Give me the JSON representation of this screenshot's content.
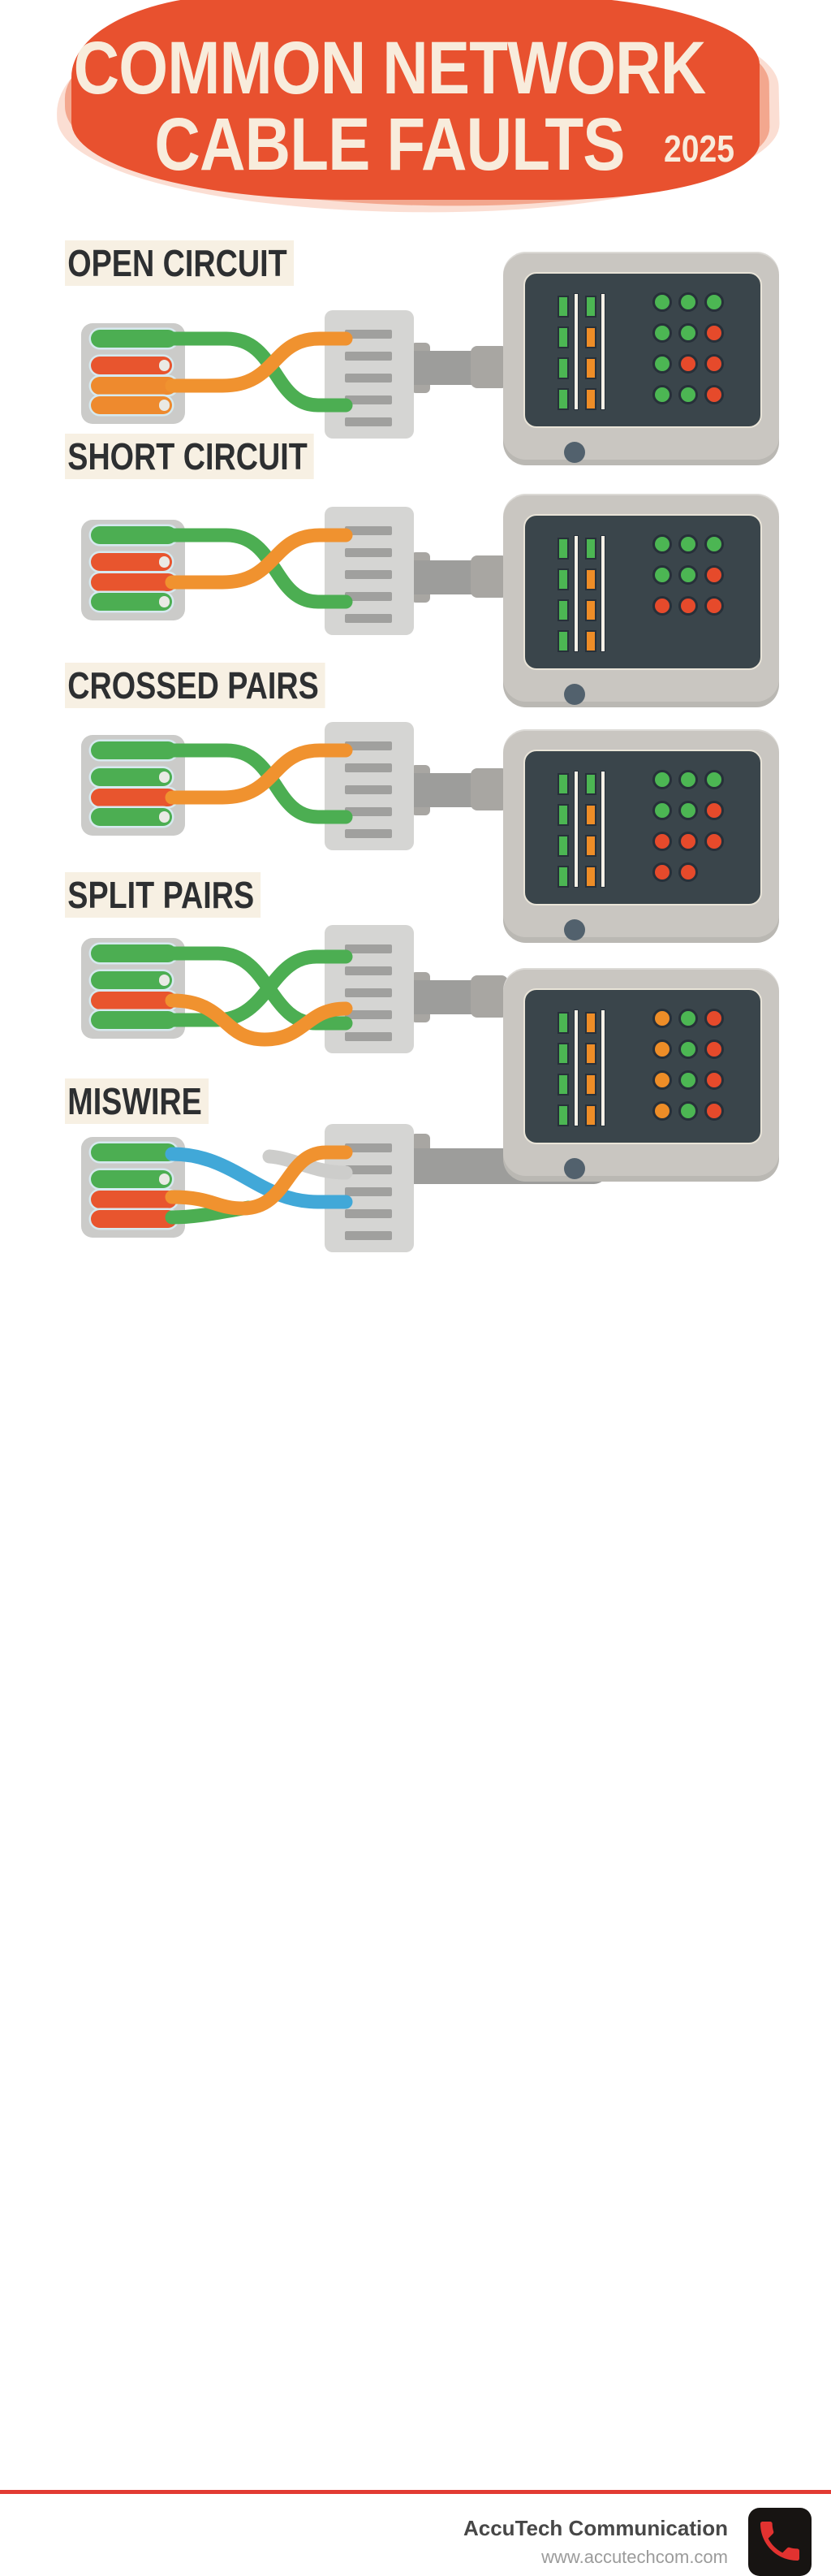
{
  "header": {
    "line1": "COMMON NETWORK",
    "line2": "CABLE FAULTS",
    "year": "2025"
  },
  "palette": {
    "header_bg": "#E8512F",
    "header_text": "#F8ECDC",
    "title_text": "#2D2F31",
    "title_highlight": "#F7F0E3",
    "green": "#4CAE52",
    "red": "#E8552E",
    "orange": "#EE8A2E",
    "wire_orange": "#F0922F",
    "blue": "#41A8D8",
    "gray": "#CDCDCB",
    "pad_gray": "#CBCBC9",
    "connector_gray": "#D5D5D3",
    "stripe_gray": "#A0A09E",
    "cable_gray": "#9D9D9B",
    "stub_gray": "#A8A6A2",
    "device_body": "#C9C6C1",
    "device_screen": "#3A454B",
    "screen_line": "#F6F1E7",
    "led_green": "#4CB653",
    "led_red": "#E64A2B",
    "led_orange": "#EE8D27",
    "led_outline": "#273039",
    "button_gray": "#52616D",
    "footer_line": "#E23B33",
    "phone_red": "#E23230"
  },
  "sections": [
    {
      "id": "open-circuit",
      "title": "OPEN CIRCUIT",
      "pins": [
        {
          "color": "green",
          "tip": false
        },
        {
          "color": "red",
          "tip": true
        },
        {
          "color": "orange",
          "tip": false
        },
        {
          "color": "orange",
          "tip": true
        }
      ],
      "wires": [
        {
          "color": "green",
          "route": "cross-down"
        },
        {
          "color": "wire_orange",
          "route": "cross-up"
        }
      ]
    },
    {
      "id": "short-circuit",
      "title": "SHORT CIRCUIT",
      "pins": [
        {
          "color": "green",
          "tip": false
        },
        {
          "color": "red",
          "tip": true
        },
        {
          "color": "red",
          "tip": false
        },
        {
          "color": "green",
          "tip": true
        }
      ],
      "wires": [
        {
          "color": "green",
          "route": "cross-down"
        },
        {
          "color": "wire_orange",
          "route": "cross-up"
        }
      ]
    },
    {
      "id": "crossed-pairs",
      "title": "CROSSED PAIRS",
      "pins": [
        {
          "color": "green",
          "tip": false
        },
        {
          "color": "green",
          "tip": true
        },
        {
          "color": "red",
          "tip": false
        },
        {
          "color": "green",
          "tip": true
        }
      ],
      "wires": [
        {
          "color": "green",
          "route": "cross-down"
        },
        {
          "color": "wire_orange",
          "route": "cross-up"
        }
      ]
    },
    {
      "id": "split-pairs",
      "title": "SPLIT PAIRS",
      "pins": [
        {
          "color": "green",
          "tip": false
        },
        {
          "color": "green",
          "tip": true
        },
        {
          "color": "red",
          "tip": false
        },
        {
          "color": "green",
          "tip": false
        }
      ],
      "wires": [
        {
          "color": "green",
          "route": "split-down"
        },
        {
          "color": "green",
          "route": "split-up"
        },
        {
          "color": "wire_orange",
          "route": "dip-under"
        }
      ]
    },
    {
      "id": "miswire",
      "title": "MISWIRE",
      "pins": [
        {
          "color": "green",
          "tip": false
        },
        {
          "color": "green",
          "tip": true
        },
        {
          "color": "red",
          "tip": false
        },
        {
          "color": "red",
          "tip": false
        }
      ],
      "wires": [
        {
          "color": "green",
          "route": "stub-pin4"
        },
        {
          "color": "blue",
          "route": "descend-mid"
        },
        {
          "color": "gray",
          "route": "gray-tail"
        },
        {
          "color": "wire_orange",
          "route": "weave-top"
        }
      ]
    }
  ],
  "testers": [
    {
      "bars_left": [
        "green",
        "green",
        "green",
        "green"
      ],
      "bars_right": [
        "green",
        "orange",
        "orange",
        "orange"
      ],
      "led_rows": [
        [
          "green",
          "green",
          "green"
        ],
        [
          "green",
          "green",
          "red"
        ],
        [
          "green",
          "red",
          "red"
        ],
        [
          "green",
          "green",
          "red"
        ]
      ]
    },
    {
      "bars_left": [
        "green",
        "green",
        "green",
        "green"
      ],
      "bars_right": [
        "green",
        "orange",
        "orange",
        "orange"
      ],
      "led_rows": [
        [
          "green",
          "green",
          "green"
        ],
        [
          "green",
          "green",
          "red"
        ],
        [
          "red",
          "red",
          "red"
        ]
      ]
    },
    {
      "bars_left": [
        "green",
        "green",
        "green",
        "green"
      ],
      "bars_right": [
        "green",
        "orange",
        "orange",
        "orange"
      ],
      "led_rows": [
        [
          "green",
          "green",
          "green"
        ],
        [
          "green",
          "green",
          "red"
        ],
        [
          "red",
          "red",
          "red"
        ],
        [
          "red",
          "red"
        ]
      ]
    },
    {
      "bars_left": [
        "green",
        "green",
        "green",
        "green"
      ],
      "bars_right": [
        "orange",
        "orange",
        "orange",
        "orange"
      ],
      "led_rows": [
        [
          "orange",
          "green",
          "red"
        ],
        [
          "orange",
          "green",
          "red"
        ],
        [
          "orange",
          "green",
          "red"
        ],
        [
          "orange",
          "green",
          "red"
        ]
      ]
    }
  ],
  "footer": {
    "company": "AccuTech Communication",
    "website": "www.accutechcom.com"
  }
}
